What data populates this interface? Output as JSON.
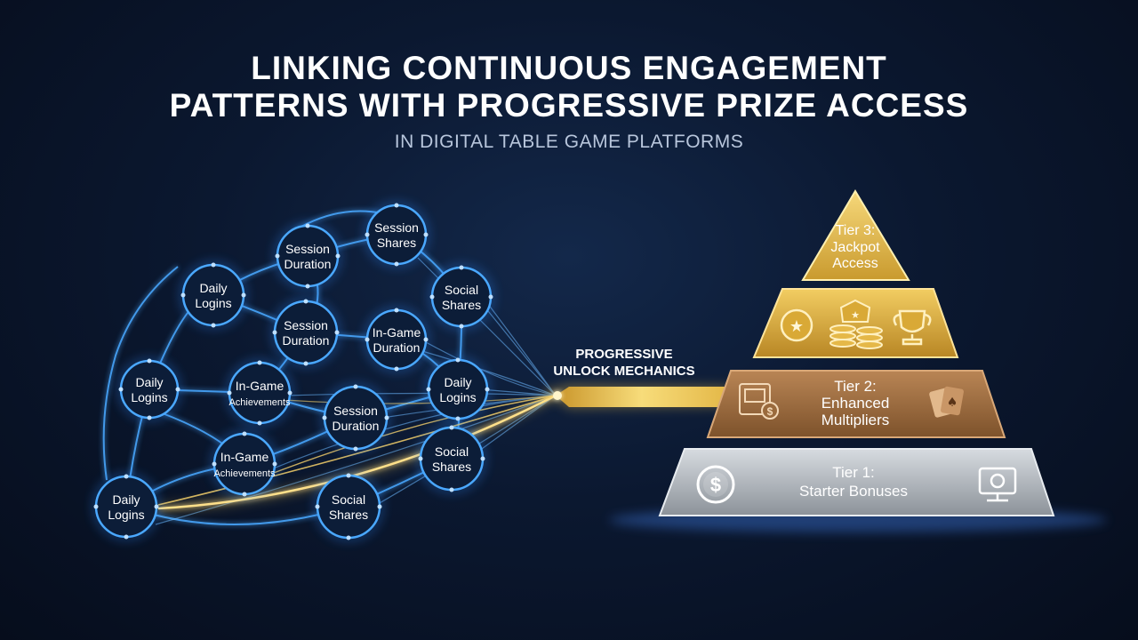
{
  "title": {
    "line1": "LINKING CONTINUOUS ENGAGEMENT",
    "line2": "PATTERNS WITH PROGRESSIVE PRIZE ACCESS",
    "subtitle": "IN DIGITAL TABLE GAME PLATFORMS"
  },
  "network": {
    "nodes": [
      {
        "id": "n1",
        "line1": "Session",
        "line2": "Shares"
      },
      {
        "id": "n2",
        "line1": "Session",
        "line2": "Duration"
      },
      {
        "id": "n3",
        "line1": "Daily",
        "line2": "Logins"
      },
      {
        "id": "n4",
        "line1": "Social",
        "line2": "Shares"
      },
      {
        "id": "n5",
        "line1": "Session",
        "line2": "Duration"
      },
      {
        "id": "n6",
        "line1": "In-Game",
        "line2": "Duration"
      },
      {
        "id": "n7",
        "line1": "Daily",
        "line2": "Logins"
      },
      {
        "id": "n8",
        "line1": "In-Game",
        "line2": "Achievements"
      },
      {
        "id": "n9",
        "line1": "Daily",
        "line2": "Logins"
      },
      {
        "id": "n10",
        "line1": "Session",
        "line2": "Duration"
      },
      {
        "id": "n11",
        "line1": "In-Game",
        "line2": "Achievements"
      },
      {
        "id": "n12",
        "line1": "Social",
        "line2": "Shares"
      },
      {
        "id": "n13",
        "line1": "Daily",
        "line2": "Logins"
      },
      {
        "id": "n14",
        "line1": "Social",
        "line2": "Shares"
      }
    ]
  },
  "mechanics": {
    "line1": "PROGRESSIVE",
    "line2": "UNLOCK MECHANICS"
  },
  "pyramid": {
    "tier3": {
      "line1": "Tier 3:",
      "line2": "Jackpot",
      "line3": "Access"
    },
    "gold_band": {
      "icons": [
        "star-coin-icon",
        "coin-stack-icon",
        "trophy-icon"
      ]
    },
    "tier2": {
      "line1": "Tier 2:",
      "line2": "Enhanced",
      "line3": "Multipliers",
      "icons": [
        "slot-machine-icon",
        "playing-cards-icon"
      ]
    },
    "tier1": {
      "line1": "Tier 1:",
      "line2": "Starter Bonuses",
      "icons": [
        "dollar-coin-icon",
        "monitor-icon"
      ]
    }
  },
  "colors": {
    "background": "#0b1830",
    "node_ring": "#3d9bff",
    "gold": "#e8c04a",
    "bronze": "#9a6a3c",
    "silver": "#b9bec5"
  }
}
